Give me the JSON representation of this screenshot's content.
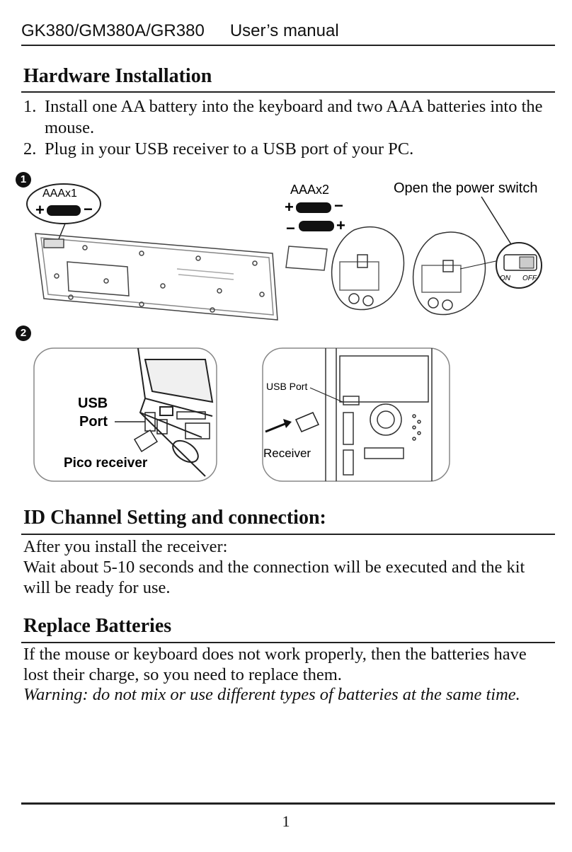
{
  "header": {
    "model": "GK380/GM380A/GR380",
    "title": "User’s manual"
  },
  "hardware": {
    "heading": "Hardware Installation",
    "steps": [
      {
        "num": "1.",
        "text": "Install one AA battery into the keyboard and two AAA batteries into the mouse."
      },
      {
        "num": "2.",
        "text": "Plug in your USB receiver to a USB port of your PC."
      }
    ]
  },
  "figure1": {
    "badge": "1",
    "keyboard_battery_label": "AAAx1",
    "mouse_battery_label": "AAAx2",
    "plus": "+",
    "minus": "−",
    "power_switch_label": "Open the power switch",
    "on_label": "ON",
    "off_label": "OFF"
  },
  "figure2": {
    "badge": "2",
    "usb_label": "USB",
    "port_label": "Port",
    "pico_label": "Pico receiver",
    "usb_port_label": "USB Port",
    "receiver_label": "Receiver"
  },
  "id_channel": {
    "heading": "ID Channel Setting and connection:",
    "line1": "After you install the receiver:",
    "line2": "Wait about 5-10 seconds and the connection will be executed and the kit will be ready for use."
  },
  "replace": {
    "heading": "Replace Batteries",
    "body": "If the mouse or keyboard does not work properly, then the batteries have lost their charge, so you need to replace them.",
    "warning": "Warning: do not mix or use different types of batteries at the same time."
  },
  "footer": {
    "page_number": "1"
  }
}
